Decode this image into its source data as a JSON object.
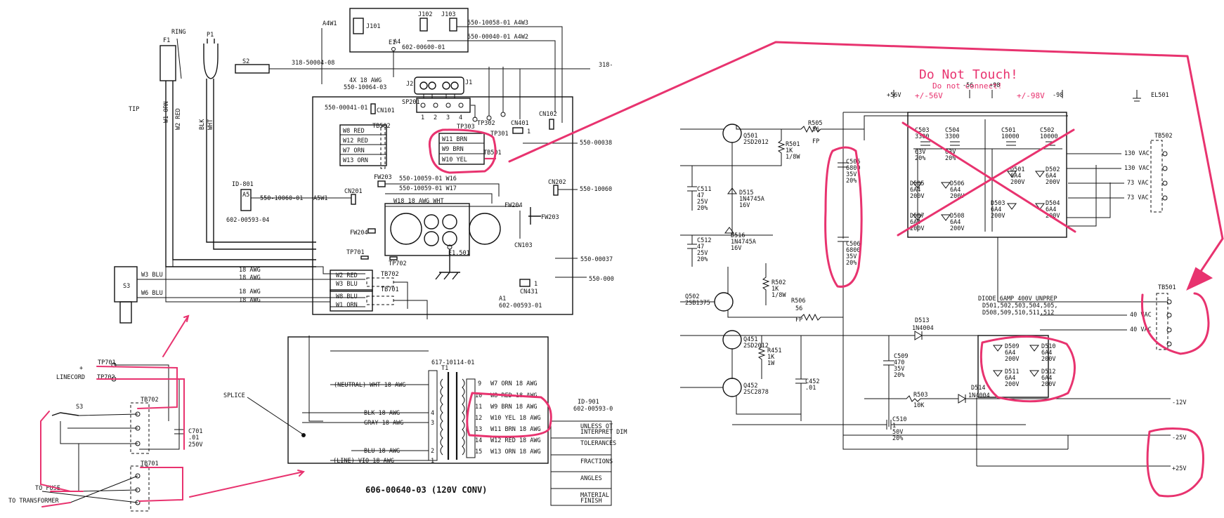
{
  "left": {
    "title_block": "606-00640-03 (120V CONV)",
    "fuse": {
      "ref": "F1",
      "ring": "RING",
      "tip": "TIP"
    },
    "plug": "P1",
    "s2": {
      "ref": "S2",
      "part": "318-50004-08"
    },
    "a4": {
      "ref": "A4",
      "part": "602-00600-01",
      "a4w1": "A4W1"
    },
    "connectors": {
      "j101": "J101",
      "j102": "J102",
      "j103": "J103",
      "j2": "J2",
      "j1": "J1",
      "e1": "E1"
    },
    "a4_parts": {
      "p1": "550-10058-01 A4W3",
      "p2": "550-00040-01 A4W2"
    },
    "cable_top": {
      "label": "4X 18 AWG",
      "part": "550-10064-03"
    },
    "sp201": "SP201",
    "j_pins": [
      "1",
      "2",
      "3",
      "4"
    ],
    "cn101": {
      "part": "550-00041-01",
      "ref": "CN101"
    },
    "tp": {
      "tp303": "TP303",
      "tp302": "TP302",
      "tp301": "TP301",
      "tp701": "TP701",
      "tp702": "TP702"
    },
    "cn102": "CN102",
    "cn401": {
      "ref": "CN401",
      "pin": "1"
    },
    "part_550_00038": "550-00038",
    "part_318": "318-",
    "tb502": {
      "ref": "TB502",
      "rows": [
        "W8 RED",
        "W12 RED",
        "W7 ORN",
        "W13 ORN"
      ]
    },
    "tb501": {
      "ref": "TB501",
      "rows": [
        "W11 BRN",
        "W9 BRN",
        "W10 YEL"
      ]
    },
    "ld801": {
      "ref": "ID-801",
      "a5": "A5",
      "part": "602-00593-04"
    },
    "a5w1": {
      "part": "550-10060-01",
      "ref": "A5W1"
    },
    "cn201": "CN201",
    "fw203": "FW203",
    "fw203b": "FW203",
    "fw204": "FW204",
    "fw204b": "FW204",
    "cn202": "CN202",
    "part_550_10060": "550-10060",
    "w16": "550-10059-01 W16",
    "w17": "550-10059-01 W17",
    "w18": "W18 18 AWG WHT",
    "cn103": "CN103",
    "e1501": "E1.501",
    "part_550_00037": "550-00037",
    "part_550_000": "550-000",
    "cn431": {
      "ref": "CN431",
      "pin": "1"
    },
    "a1": {
      "ref": "A1",
      "part": "602-00593-01"
    },
    "id901": {
      "ref": "ID-901",
      "part": "602-00593-0"
    },
    "s3": {
      "ref": "S3",
      "w3": "W3 BLU",
      "w6": "W6 BLU"
    },
    "awg_rows": [
      "18 AWG",
      "18 AWG",
      "18 AWG",
      "18 AWG"
    ],
    "tb702_rows": [
      "W2 RED",
      "W3 BLU"
    ],
    "tb701_rows": [
      "W8 BLU",
      "W1 ORN"
    ],
    "tb702": "TB702",
    "tb701": "TB701",
    "vert_wires": {
      "w1": "W1 ORN",
      "w2": "W2 RED",
      "blk": "BLK",
      "wht": "WHT"
    },
    "transformer": {
      "ref": "T1",
      "part": "617-10114-01",
      "left": [
        {
          "label": "(NEUTRAL) WHT 18 AWG",
          "pin": ""
        },
        {
          "label": "BLK 18 AWG",
          "pin": "4"
        },
        {
          "label": "GRAY 18 AWG",
          "pin": "3"
        },
        {
          "label": "BLU 18 AWG",
          "pin": "2"
        },
        {
          "label": "(LINE)  VIO 18 AWG",
          "pin": "1"
        }
      ],
      "right": [
        {
          "pin": "9",
          "label": "W7 ORN  18 AWG"
        },
        {
          "pin": "10",
          "label": "W8 RED  18 AWG"
        },
        {
          "pin": "11",
          "label": "W9 BRN  18 AWG"
        },
        {
          "pin": "12",
          "label": "W10 YEL 18 AWG"
        },
        {
          "pin": "13",
          "label": "W11 BRN 18 AWG"
        },
        {
          "pin": "14",
          "label": "W12 RED 18 AWG"
        },
        {
          "pin": "15",
          "label": "W13 ORN 18 AWG"
        }
      ]
    },
    "splice": "SPLICE",
    "inset": {
      "tp701": "TP701",
      "tp702": "TP702",
      "plus": "+",
      "linecord": "LINECORD",
      "s3": "S3",
      "tb702": "TB702",
      "tb701": "TB701",
      "c701": {
        "ref": "C701",
        "val": ".01",
        "volt": "250V"
      },
      "to_fuse": "TO FUSE",
      "to_transformer": "TO TRANSFORMER"
    },
    "tb_notes": [
      "UNLESS OT",
      "INTERPRET DIM",
      "TOLERANCES",
      "FRACTIONS",
      "ANGLES",
      "MATERIAL",
      "FINISH"
    ]
  },
  "right": {
    "annotation": {
      "title": "Do Not Touch!",
      "sub": "Do not connect!",
      "v1": "+/-56V",
      "v2": "+/-98V"
    },
    "top_refs": [
      "+56V",
      "-56",
      "+98",
      "-98",
      "EL501"
    ],
    "q501": {
      "ref": "Q501",
      "part": "2SD2012"
    },
    "r505": {
      "ref": "R505",
      "val": "56",
      "type": "FP"
    },
    "r501": {
      "ref": "R501",
      "val": "1K",
      "w": "1/8W"
    },
    "c505": {
      "ref": "C505",
      "val": "6800",
      "v": "35V",
      "tol": "20%"
    },
    "c506": {
      "ref": "C506",
      "val": "6800",
      "v": "35V",
      "tol": "20%"
    },
    "c511": {
      "ref": "C511",
      "val": "47",
      "v": "25V",
      "tol": "20%"
    },
    "c512": {
      "ref": "C512",
      "val": "47",
      "v": "25V",
      "tol": "20%"
    },
    "d515": {
      "ref": "D515",
      "part": "1N4745A",
      "v": "16V"
    },
    "d516": {
      "ref": "D516",
      "part": "1N4745A",
      "v": "16V"
    },
    "r502": {
      "ref": "R502",
      "val": "1K",
      "w": "1/8W"
    },
    "q502": {
      "ref": "Q502",
      "part": "2SB1375"
    },
    "r506": {
      "ref": "R506",
      "val": "56",
      "type": "FP"
    },
    "c503": {
      "ref": "C503",
      "val": "3300",
      "v": "63V",
      "tol": "20%"
    },
    "c504": {
      "ref": "C504",
      "val": "3300",
      "v": "63V",
      "tol": "20%"
    },
    "c501": {
      "ref": "C501",
      "val": "10000"
    },
    "c502": {
      "ref": "C502",
      "val": "10000"
    },
    "diodes_top": [
      {
        "ref": "D505",
        "p": "6A4",
        "v": "200V"
      },
      {
        "ref": "D506",
        "p": "6A4",
        "v": "200V"
      },
      {
        "ref": "D507",
        "p": "6A4",
        "v": "200V"
      },
      {
        "ref": "D508",
        "p": "6A4",
        "v": "200V"
      },
      {
        "ref": "D501",
        "p": "6A4",
        "v": "200V"
      },
      {
        "ref": "D502",
        "p": "6A4",
        "v": "200V"
      },
      {
        "ref": "D503",
        "p": "6A4",
        "v": "200V"
      },
      {
        "ref": "D504",
        "p": "6A4",
        "v": "200V"
      }
    ],
    "tb502": {
      "ref": "TB502",
      "rows": [
        "130 VAC",
        "130 VAC",
        "73 VAC",
        "73 VAC"
      ]
    },
    "tb501": {
      "ref": "TB501",
      "rows": [
        "40 VAC",
        "40 VAC"
      ]
    },
    "diode_note": {
      "l1": "DIODE 6AMP 400V UNPREP",
      "l2": "D501,502,503,504,505,",
      "l3": "D508,509,510,511,512"
    },
    "d513": {
      "ref": "D513",
      "part": "1N4004"
    },
    "d514": {
      "ref": "D514",
      "part": "1N4004"
    },
    "q451": {
      "ref": "Q451",
      "part": "2SD2012"
    },
    "r451": {
      "ref": "R451",
      "val": "1K",
      "w": "1W"
    },
    "q452": {
      "ref": "Q452",
      "part": "2SC2878"
    },
    "c452": {
      "ref": "C452",
      "val": ".01"
    },
    "c509": {
      "ref": "C509",
      "val": "470",
      "v": "35V",
      "tol": "20%"
    },
    "r503": {
      "ref": "R503",
      "val": "10K"
    },
    "c510": {
      "ref": "C510",
      "val": "1",
      "v": "50V",
      "tol": "20%"
    },
    "diodes_bot": [
      {
        "ref": "D509",
        "p": "6A4",
        "v": "200V"
      },
      {
        "ref": "D510",
        "p": "6A4",
        "v": "200V"
      },
      {
        "ref": "D511",
        "p": "6A4",
        "v": "200V"
      },
      {
        "ref": "D512",
        "p": "6A4",
        "v": "200V"
      }
    ],
    "rails": [
      "-12V",
      "-25V",
      "+25V"
    ]
  }
}
